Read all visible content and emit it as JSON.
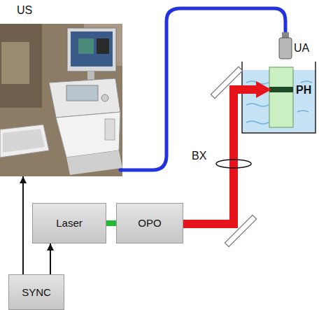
{
  "diagram": {
    "nodes": [
      {
        "text": [
          "US"
        ]
      },
      {
        "text": [
          "Laser"
        ]
      },
      {
        "text": [
          "OPO"
        ]
      },
      {
        "text": [
          "SYNC"
        ]
      }
    ],
    "edges": [
      {
        "from": 1,
        "to": 2,
        "arrow": "none"
      },
      {
        "from": 3,
        "to": 0,
        "arrow": "to"
      },
      {
        "from": 3,
        "to": 1,
        "arrow": "to"
      }
    ],
    "labels": [
      "UA",
      "PH",
      "BX"
    ]
  }
}
